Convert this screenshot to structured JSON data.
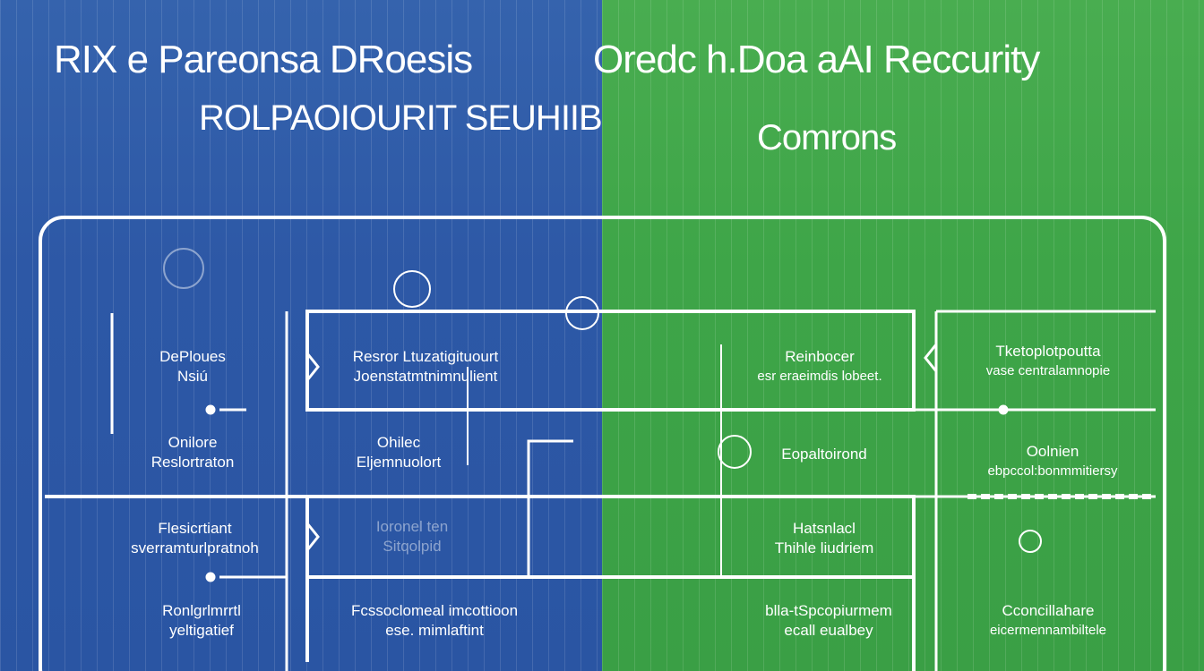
{
  "header": {
    "title_left": "RIX e Pareonsa DRoesis",
    "title_right": "Oredc h.Doa aAI Reccurity",
    "subtitle_left": "ROLPAOIOURIT SEUHIIB",
    "subtitle_right": "Comrons"
  },
  "left_column": [
    {
      "line1": "DePloues",
      "line2": "Nsiú"
    },
    {
      "line1": "Onilore",
      "line2": "Reslortraton"
    },
    {
      "line1": "Flesicrtiant",
      "line2": "sverramturlpratnoh"
    },
    {
      "line1": "Ronlgrlmrrtl",
      "line2": "yeltigatief"
    }
  ],
  "center_left": [
    {
      "line1": "Resror Ltuzatigituourt",
      "line2": "Joenstatmtnimnulient"
    },
    {
      "line1": "Ohilec",
      "line2": "Eljemnuolort"
    },
    {
      "line1": "Ioronel ten",
      "line2": "Sitqolpid"
    },
    {
      "line1": "Fcssoclomeal imcottioon",
      "line2": "ese. mimlaftint"
    }
  ],
  "center_right": [
    {
      "line1": "Reinbocer",
      "line2": "esr eraeimdis lobeet."
    },
    {
      "line1": "Eopaltoirond",
      "line2": ""
    },
    {
      "line1": "Hatsnlacl",
      "line2": "Thihle liudriem"
    },
    {
      "line1": "blla-tSpcopiurmem",
      "line2": "ecall eualbey"
    }
  ],
  "right_column": [
    {
      "line1": "Tketoplotpoutta",
      "line2": "vase centralamnopie"
    },
    {
      "line1": "Oolnien",
      "line2": "ebpccol:bonmmitiersy"
    },
    {
      "line1": "Cconcillahare",
      "line2": "eicermennambiltele"
    }
  ],
  "colors": {
    "left_bg": "#2d58a6",
    "right_bg": "#3ea548",
    "line": "#ffffff"
  }
}
